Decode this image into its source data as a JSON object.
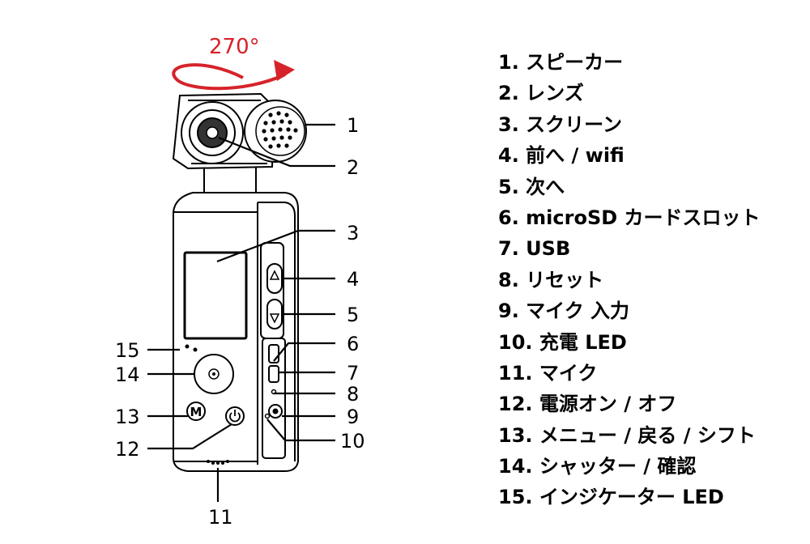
{
  "rotation": {
    "label": "270°",
    "color": "#d6232a"
  },
  "callouts": [
    "1",
    "2",
    "3",
    "4",
    "5",
    "6",
    "7",
    "8",
    "9",
    "10",
    "11",
    "12",
    "13",
    "14",
    "15"
  ],
  "buttons": {
    "menu_letter": "M"
  },
  "legend": [
    "1. スピーカー",
    "2. レンズ",
    "3. スクリーン",
    "4. 前へ / wifi",
    "5. 次へ",
    "6. microSD カードスロット",
    "7. USB",
    "8. リセット",
    "9. マイク 入力",
    "10. 充電 LED",
    "11. マイク",
    "12. 電源オン / オフ",
    "13. メニュー / 戻る / シフト",
    "14. シャッター / 確認",
    "15. インジケーター LED"
  ]
}
